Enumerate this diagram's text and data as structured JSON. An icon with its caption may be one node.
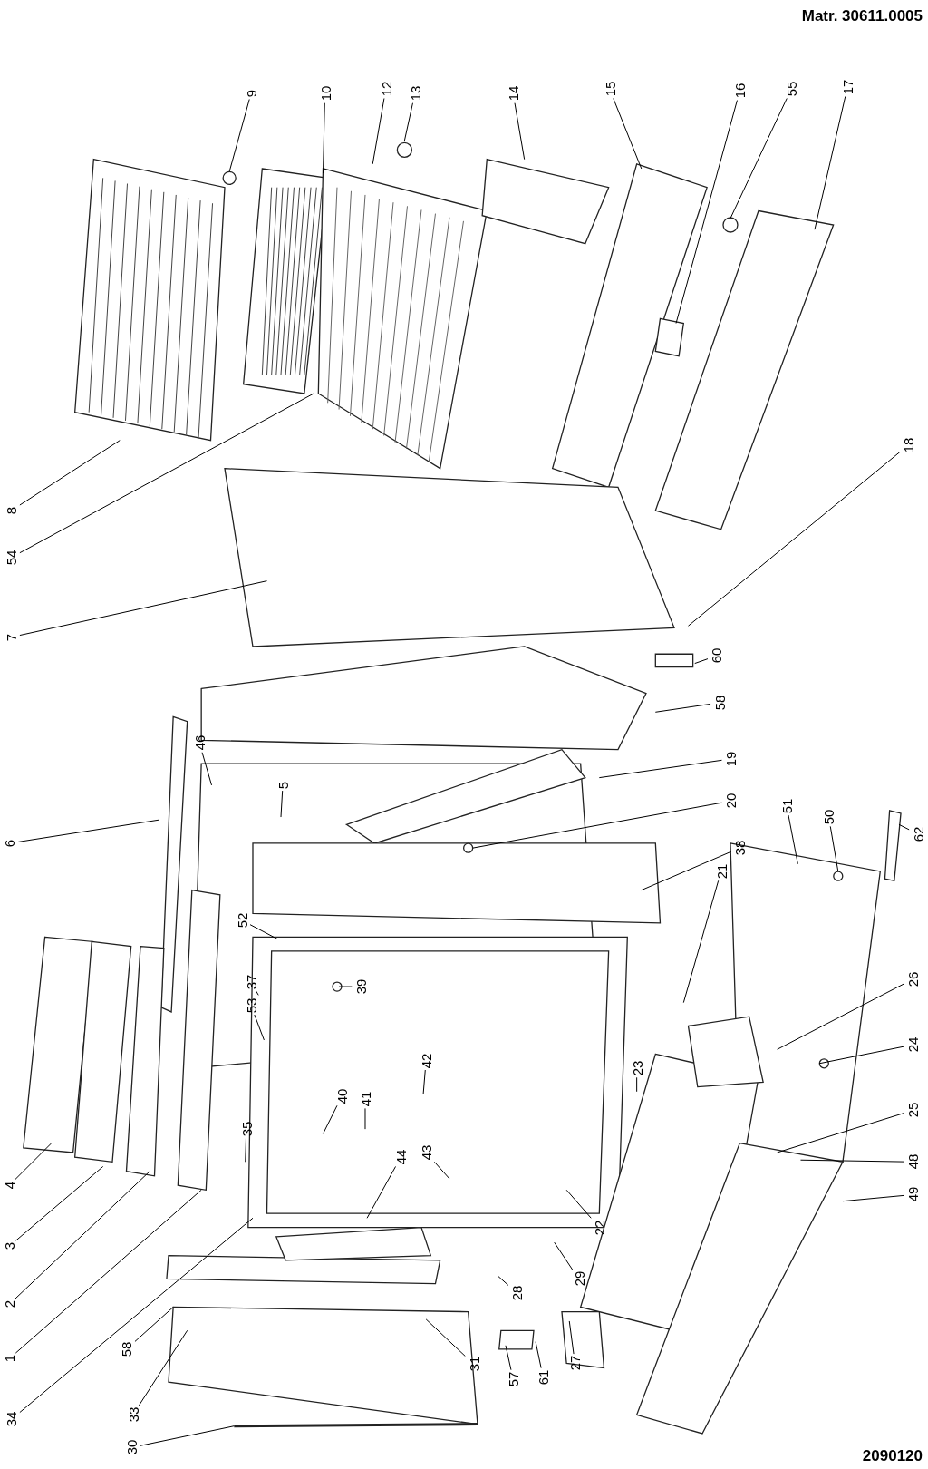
{
  "diagram": {
    "nodes": [
      {
        "text": [
          "9"
        ]
      },
      {
        "text": [
          "10"
        ]
      },
      {
        "text": [
          "12"
        ]
      },
      {
        "text": [
          "13"
        ]
      },
      {
        "text": [
          "14"
        ]
      },
      {
        "text": [
          "15"
        ]
      },
      {
        "text": [
          "16"
        ]
      },
      {
        "text": [
          "55"
        ]
      },
      {
        "text": [
          "17"
        ]
      },
      {
        "text": [
          "18"
        ]
      },
      {
        "text": [
          "8"
        ]
      },
      {
        "text": [
          "54"
        ]
      },
      {
        "text": [
          "7"
        ]
      },
      {
        "text": [
          "60"
        ]
      },
      {
        "text": [
          "58"
        ]
      },
      {
        "text": [
          "19"
        ]
      },
      {
        "text": [
          "20"
        ]
      },
      {
        "text": [
          "38"
        ]
      },
      {
        "text": [
          "6"
        ]
      },
      {
        "text": [
          "46"
        ]
      },
      {
        "text": [
          "5"
        ]
      },
      {
        "text": [
          "51"
        ]
      },
      {
        "text": [
          "50"
        ]
      },
      {
        "text": [
          "62"
        ]
      },
      {
        "text": [
          "21"
        ]
      },
      {
        "text": [
          "26"
        ]
      },
      {
        "text": [
          "24"
        ]
      },
      {
        "text": [
          "52"
        ]
      },
      {
        "text": [
          "37"
        ]
      },
      {
        "text": [
          "39"
        ]
      },
      {
        "text": [
          "53"
        ]
      },
      {
        "text": [
          "40"
        ]
      },
      {
        "text": [
          "41"
        ]
      },
      {
        "text": [
          "42"
        ]
      },
      {
        "text": [
          "43"
        ]
      },
      {
        "text": [
          "44"
        ]
      },
      {
        "text": [
          "35"
        ]
      },
      {
        "text": [
          "23"
        ]
      },
      {
        "text": [
          "25"
        ]
      },
      {
        "text": [
          "48"
        ]
      },
      {
        "text": [
          "49"
        ]
      },
      {
        "text": [
          "22"
        ]
      },
      {
        "text": [
          "29"
        ]
      },
      {
        "text": [
          "28"
        ]
      },
      {
        "text": [
          "27"
        ]
      },
      {
        "text": [
          "57"
        ]
      },
      {
        "text": [
          "61"
        ]
      },
      {
        "text": [
          "31"
        ]
      },
      {
        "text": [
          "4"
        ]
      },
      {
        "text": [
          "3"
        ]
      },
      {
        "text": [
          "2"
        ]
      },
      {
        "text": [
          "1"
        ]
      },
      {
        "text": [
          "34"
        ]
      },
      {
        "text": [
          "58"
        ]
      },
      {
        "text": [
          "33"
        ]
      },
      {
        "text": [
          "30"
        ]
      }
    ],
    "edges": [
      {
        "from": 0,
        "to": null,
        "arrow": "none"
      },
      {
        "from": 1,
        "to": null,
        "arrow": "none"
      },
      {
        "from": 2,
        "to": null,
        "arrow": "none"
      },
      {
        "from": 3,
        "to": null,
        "arrow": "none"
      },
      {
        "from": 4,
        "to": null,
        "arrow": "none"
      },
      {
        "from": 5,
        "to": null,
        "arrow": "none"
      },
      {
        "from": 6,
        "to": null,
        "arrow": "none"
      },
      {
        "from": 7,
        "to": null,
        "arrow": "none"
      },
      {
        "from": 8,
        "to": null,
        "arrow": "none"
      },
      {
        "from": 9,
        "to": null,
        "arrow": "none"
      },
      {
        "from": 10,
        "to": null,
        "arrow": "none"
      },
      {
        "from": 11,
        "to": null,
        "arrow": "none"
      },
      {
        "from": 12,
        "to": null,
        "arrow": "none"
      },
      {
        "from": 13,
        "to": null,
        "arrow": "none"
      },
      {
        "from": 14,
        "to": null,
        "arrow": "none"
      },
      {
        "from": 15,
        "to": null,
        "arrow": "none"
      },
      {
        "from": 16,
        "to": null,
        "arrow": "none"
      },
      {
        "from": 17,
        "to": null,
        "arrow": "none"
      },
      {
        "from": 18,
        "to": null,
        "arrow": "none"
      },
      {
        "from": 19,
        "to": null,
        "arrow": "none"
      },
      {
        "from": 20,
        "to": null,
        "arrow": "none"
      },
      {
        "from": 21,
        "to": null,
        "arrow": "none"
      },
      {
        "from": 22,
        "to": null,
        "arrow": "none"
      },
      {
        "from": 23,
        "to": null,
        "arrow": "none"
      },
      {
        "from": 24,
        "to": null,
        "arrow": "none"
      },
      {
        "from": 25,
        "to": null,
        "arrow": "none"
      },
      {
        "from": 26,
        "to": null,
        "arrow": "none"
      },
      {
        "from": 27,
        "to": null,
        "arrow": "none"
      },
      {
        "from": 28,
        "to": null,
        "arrow": "none"
      },
      {
        "from": 29,
        "to": null,
        "arrow": "none"
      },
      {
        "from": 30,
        "to": null,
        "arrow": "none"
      },
      {
        "from": 31,
        "to": null,
        "arrow": "none"
      },
      {
        "from": 32,
        "to": null,
        "arrow": "none"
      },
      {
        "from": 33,
        "to": null,
        "arrow": "none"
      },
      {
        "from": 34,
        "to": null,
        "arrow": "none"
      },
      {
        "from": 35,
        "to": null,
        "arrow": "none"
      },
      {
        "from": 36,
        "to": null,
        "arrow": "none"
      },
      {
        "from": 37,
        "to": null,
        "arrow": "none"
      },
      {
        "from": 38,
        "to": null,
        "arrow": "none"
      },
      {
        "from": 39,
        "to": null,
        "arrow": "none"
      },
      {
        "from": 40,
        "to": null,
        "arrow": "none"
      },
      {
        "from": 41,
        "to": null,
        "arrow": "none"
      },
      {
        "from": 42,
        "to": null,
        "arrow": "none"
      },
      {
        "from": 43,
        "to": null,
        "arrow": "none"
      },
      {
        "from": 44,
        "to": null,
        "arrow": "none"
      },
      {
        "from": 45,
        "to": null,
        "arrow": "none"
      },
      {
        "from": 46,
        "to": null,
        "arrow": "none"
      },
      {
        "from": 47,
        "to": null,
        "arrow": "none"
      },
      {
        "from": 48,
        "to": null,
        "arrow": "none"
      },
      {
        "from": 49,
        "to": null,
        "arrow": "none"
      },
      {
        "from": 50,
        "to": null,
        "arrow": "none"
      },
      {
        "from": 51,
        "to": null,
        "arrow": "none"
      },
      {
        "from": 52,
        "to": null,
        "arrow": "none"
      },
      {
        "from": 53,
        "to": null,
        "arrow": "none"
      },
      {
        "from": 54,
        "to": null,
        "arrow": "none"
      },
      {
        "from": 55,
        "to": null,
        "arrow": "none"
      }
    ],
    "labels": [
      "Matr. 30611.0005",
      "2090120"
    ]
  }
}
